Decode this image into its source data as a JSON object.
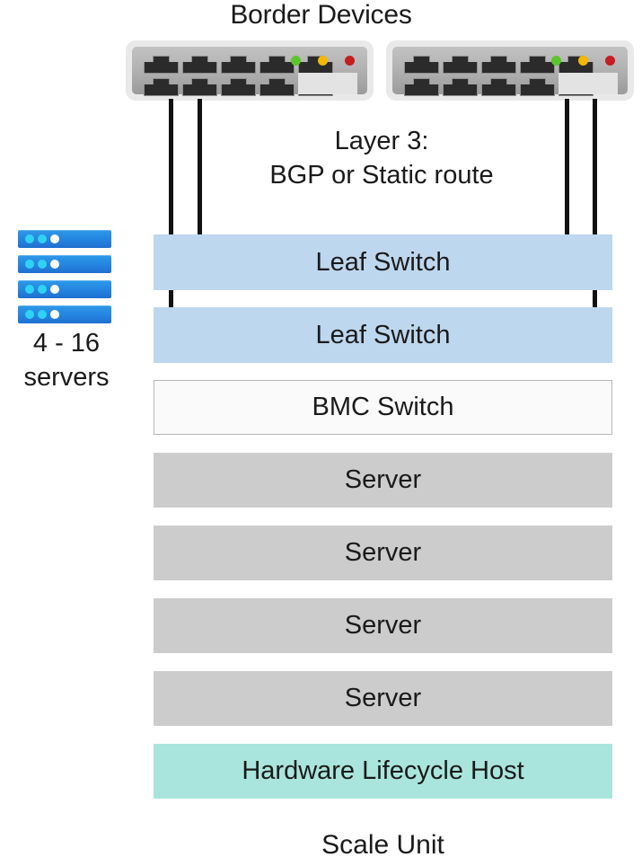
{
  "diagram": {
    "top_title": "Border Devices",
    "bottom_title": "Scale Unit",
    "layer3_annotation": "Layer 3:\nBGP or Static route",
    "servers_count_label": "4 - 16\nservers",
    "colors": {
      "leaf_switch": "#BDD7EE",
      "bmc_switch": "#FAFAFA",
      "server": "#CCCCCC",
      "hardware_lifecycle_host": "#A9E5DC",
      "cable": "#111111",
      "server_icon": "#2487E0",
      "led_green": "#5CC52C",
      "led_amber": "#F5B700",
      "led_red": "#C41E20"
    }
  },
  "border_devices": [
    {
      "name": "border-device-left",
      "port_count": 10,
      "leds": [
        "led-green-icon",
        "led-amber-icon",
        "led-red-icon"
      ]
    },
    {
      "name": "border-device-right",
      "port_count": 10,
      "leds": [
        "led-green-icon",
        "led-amber-icon",
        "led-red-icon"
      ]
    }
  ],
  "server_icon": {
    "bar_count": 4,
    "dots_per_bar": [
      "cyan",
      "cyan",
      "white"
    ]
  },
  "scale_unit_rows": [
    {
      "label": "Leaf Switch",
      "type": "leaf"
    },
    {
      "label": "Leaf Switch",
      "type": "leaf"
    },
    {
      "label": "BMC Switch",
      "type": "bmc"
    },
    {
      "label": "Server",
      "type": "server"
    },
    {
      "label": "Server",
      "type": "server"
    },
    {
      "label": "Server",
      "type": "server"
    },
    {
      "label": "Server",
      "type": "server"
    },
    {
      "label": "Hardware Lifecycle Host",
      "type": "hlh"
    }
  ],
  "cables": [
    {
      "name": "cable-left-outer",
      "from": "border-device-left",
      "to": "leaf-switch-2"
    },
    {
      "name": "cable-left-inner",
      "from": "border-device-left",
      "to": "leaf-switch-1"
    },
    {
      "name": "cable-right-inner",
      "from": "border-device-right",
      "to": "leaf-switch-1"
    },
    {
      "name": "cable-right-outer",
      "from": "border-device-right",
      "to": "leaf-switch-2"
    }
  ]
}
